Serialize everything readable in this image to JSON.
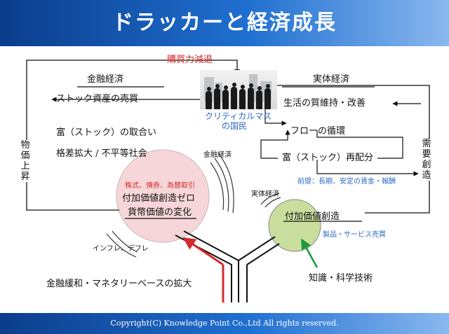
{
  "header": {
    "title": "ドラッカーと経済成長"
  },
  "footer": {
    "copyright": "Copyright(C) Knowledge Point Co.,Ltd All rights reserved."
  },
  "colors": {
    "header": "#1f6fd0",
    "accent_red": "#d42a2a",
    "accent_blue": "#2a68c4",
    "pink": "#f6d6d8",
    "green": "#c9de9c"
  },
  "diagram": {
    "top_label": "購買力減退",
    "people": {
      "line1": "クリティカルマス",
      "line2": "の国民",
      "icon": "crowd-silhouette-icon"
    },
    "finance": {
      "heading": "金融経済",
      "items": [
        "ストック資産の売買",
        "富（ストック）の取合い",
        "格差拡大 / 不平等社会"
      ]
    },
    "real": {
      "heading": "実体経済",
      "items": [
        "生活の質維持・改善",
        "フローの循環",
        "富（ストック）再配分"
      ]
    },
    "left_side": "物価上昇",
    "right_side": "需要創造",
    "premise": "前提：長期、安定の賃金・報酬",
    "finance_circle": {
      "label": "金融経済",
      "note": "株式、債券、為替取引",
      "line1": "付加価値創造ゼロ",
      "line2": "貨幣価値の変化"
    },
    "real_circle": {
      "label": "実体経済",
      "main": "付加価値創造",
      "note": "製品・サービス売買"
    },
    "inflation": "インフレ、デフレ",
    "bottom_left": "金融緩和・マネタリーベースの拡大",
    "bottom_right": "知識・科学技術"
  }
}
